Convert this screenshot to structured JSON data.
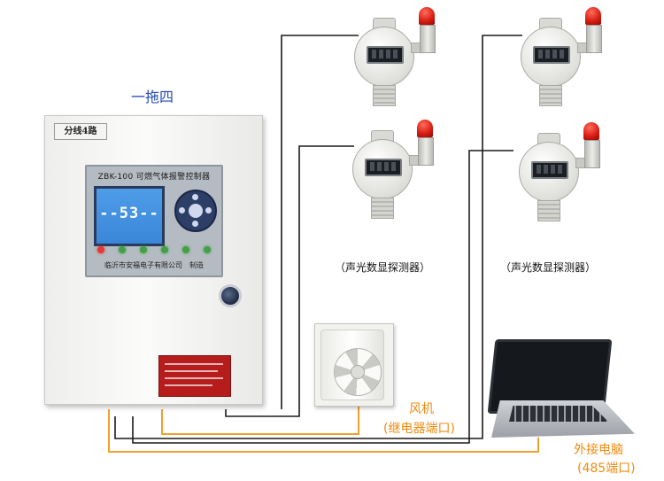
{
  "title": "一拖四",
  "controller": {
    "route_tag": "分线4路",
    "panel_title": "ZBK-100 可燃气体报警控制器",
    "display_value": "--53--",
    "manufacturer": "临沂市安福电子有限公司　制造",
    "led_colors": [
      "#e53935",
      "#43a047",
      "#43a047",
      "#43a047",
      "#43a047",
      "#43a047"
    ]
  },
  "detectors": {
    "caption": "（声光数显探测器）",
    "count": 4
  },
  "fan": {
    "label": "风机",
    "sublabel": "(继电器端口)"
  },
  "computer": {
    "label": "外接电脑",
    "sublabel": "(485端口)"
  },
  "colors": {
    "wire_black": "#1a1a1a",
    "wire_orange": "#f0a030",
    "title_blue": "#2147b8",
    "label_orange": "#f08a10"
  }
}
